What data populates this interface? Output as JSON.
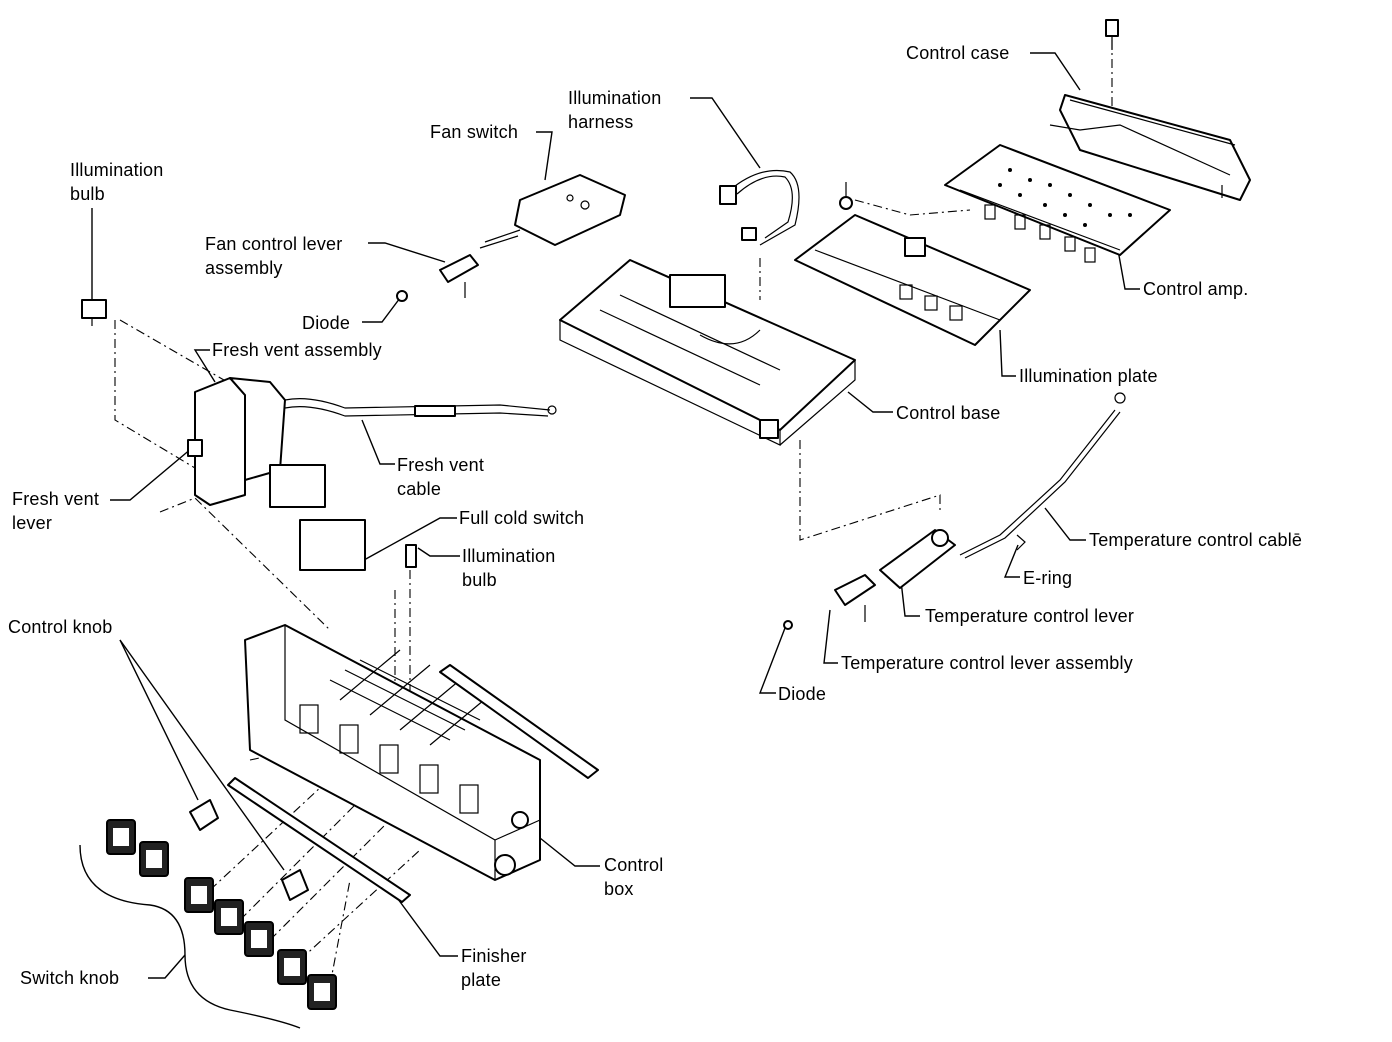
{
  "labels": {
    "control_case": "Control case",
    "illumination_harness": "Illumination\nharness",
    "fan_switch": "Fan switch",
    "illumination_bulb_top": "Illumination\nbulb",
    "fan_control_lever_assembly": "Fan control lever\nassembly",
    "diode_top": "Diode",
    "fresh_vent_assembly": "Fresh vent assembly",
    "control_amp": "Control amp.",
    "illumination_plate": "Illumination plate",
    "control_base": "Control base",
    "fresh_vent_cable": "Fresh vent\ncable",
    "fresh_vent_lever": "Fresh vent\nlever",
    "full_cold_switch": "Full cold switch",
    "illumination_bulb_mid": "Illumination\nbulb",
    "temperature_control_cable": "Temperature control cablē",
    "e_ring": "E-ring",
    "temperature_control_lever": "Temperature control lever",
    "control_knob": "Control knob",
    "temperature_control_lever_assembly": "Temperature control lever assembly",
    "diode_bottom": "Diode",
    "control_box": "Control\nbox",
    "finisher_plate": "Finisher\nplate",
    "switch_knob": "Switch knob"
  }
}
